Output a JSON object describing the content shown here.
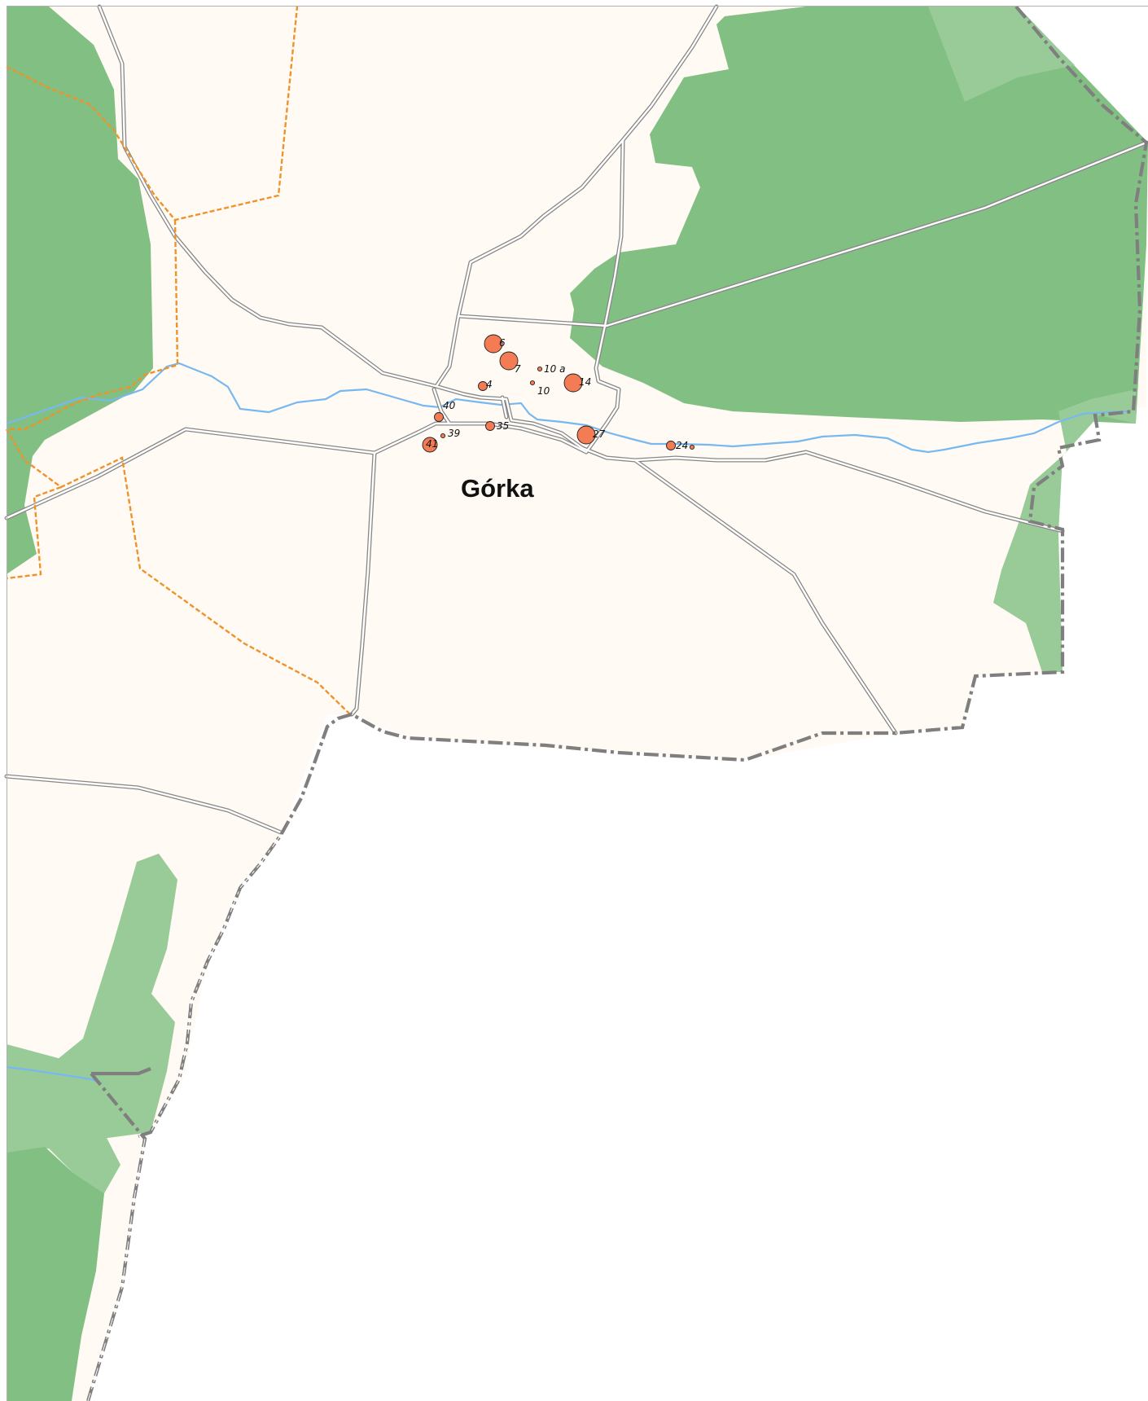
{
  "map": {
    "place_label": "Górka",
    "colors": {
      "background": "#ffffff",
      "land": "#fffaf3",
      "forest": "#82bf82",
      "forest_light": "#99cb99",
      "water": "#78b8f0",
      "road": "#888888",
      "boundary_orange": "#f0922a",
      "boundary_gray": "#7f7f7f",
      "marker_fill": "#f47c55",
      "marker_stroke": "#202020"
    },
    "markers": [
      {
        "label": "6",
        "size": "large"
      },
      {
        "label": "7",
        "size": "large"
      },
      {
        "label": "10 a",
        "size": "tiny"
      },
      {
        "label": "4",
        "size": "small"
      },
      {
        "label": "10",
        "size": "tiny"
      },
      {
        "label": "14",
        "size": "large"
      },
      {
        "label": "40",
        "size": "small"
      },
      {
        "label": "39",
        "size": "tiny"
      },
      {
        "label": "35",
        "size": "small"
      },
      {
        "label": "41",
        "size": "medium"
      },
      {
        "label": "27",
        "size": "large"
      },
      {
        "label": "24",
        "size": "small"
      }
    ]
  }
}
